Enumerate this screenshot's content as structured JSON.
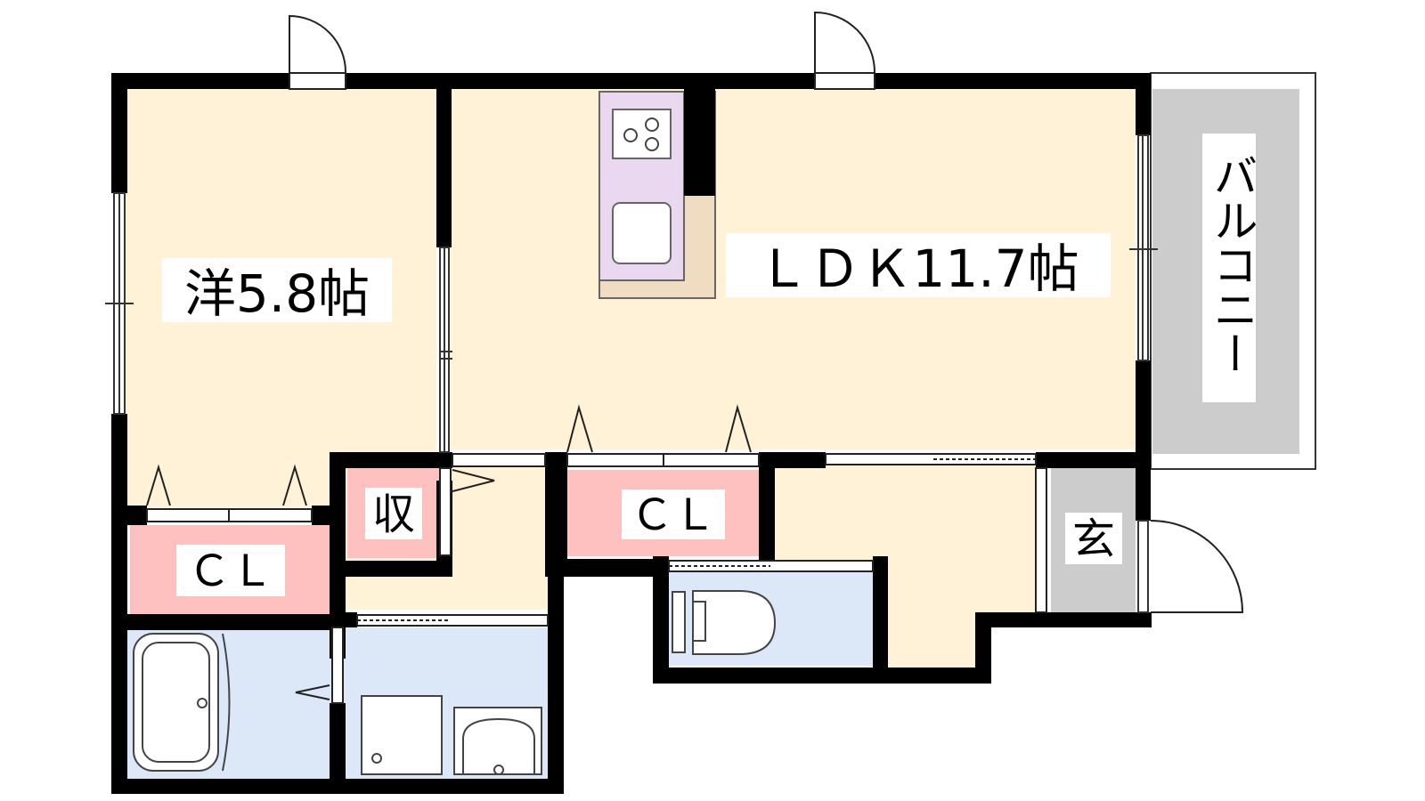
{
  "rooms": {
    "western_room": "洋5.8帖",
    "ldk": "ＬＤＫ11.7帖",
    "balcony": "バルコニー",
    "entrance": "玄",
    "storage": "収",
    "closet_left": "ＣＬ",
    "closet_center": "ＣＬ"
  },
  "colors": {
    "wall": "#000000",
    "room_floor": "#fff2d6",
    "closet": "#ffc0c0",
    "kitchen": "#ead8f0",
    "kitchen_counter": "#f0dcc0",
    "wet_area": "#dce8f8",
    "balcony": "#cccccc",
    "entrance": "#cccccc"
  }
}
